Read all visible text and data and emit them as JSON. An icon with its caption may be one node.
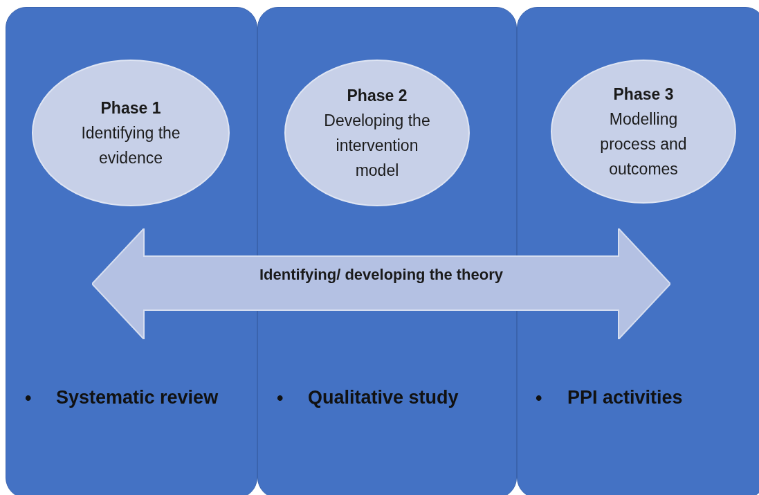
{
  "diagram": {
    "nodes": [
      {
        "text": [
          "Systematic review"
        ]
      },
      {
        "text": [
          "Phase 1",
          "Identifying the evidence"
        ],
        "in": 0
      },
      {
        "text": [
          "Qualitative study"
        ]
      },
      {
        "text": [
          "Phase 2",
          "Developing the intervention model"
        ],
        "in": 2
      },
      {
        "text": [
          "PPI activities"
        ]
      },
      {
        "text": [
          "Phase 3",
          "Modelling process and outcomes"
        ],
        "in": 4
      },
      {
        "text": [
          "Identifying/ developing the theory"
        ]
      }
    ],
    "labels": [
      "•",
      "•",
      "•"
    ]
  }
}
